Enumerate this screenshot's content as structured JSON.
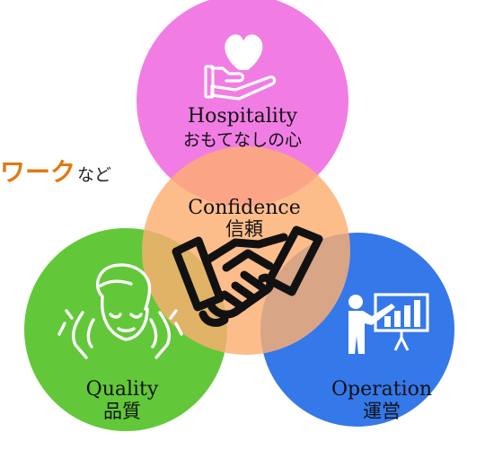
{
  "partial_text": {
    "accent": "ワーク",
    "rest": "など"
  },
  "circles": {
    "hospitality": {
      "title": "Hospitality",
      "subtitle": "おもてなしの心",
      "color": "#f17de4",
      "icon": "heart-hand-icon"
    },
    "confidence": {
      "title": "Confidence",
      "subtitle": "信頼",
      "color": "#fcae72",
      "icon": "handshake-icon"
    },
    "quality": {
      "title": "Quality",
      "subtitle": "品質",
      "color": "#5cc631",
      "icon": "face-hands-icon"
    },
    "operation": {
      "title": "Operation",
      "subtitle": "運営",
      "color": "#2d72e8",
      "icon": "presentation-icon"
    }
  }
}
